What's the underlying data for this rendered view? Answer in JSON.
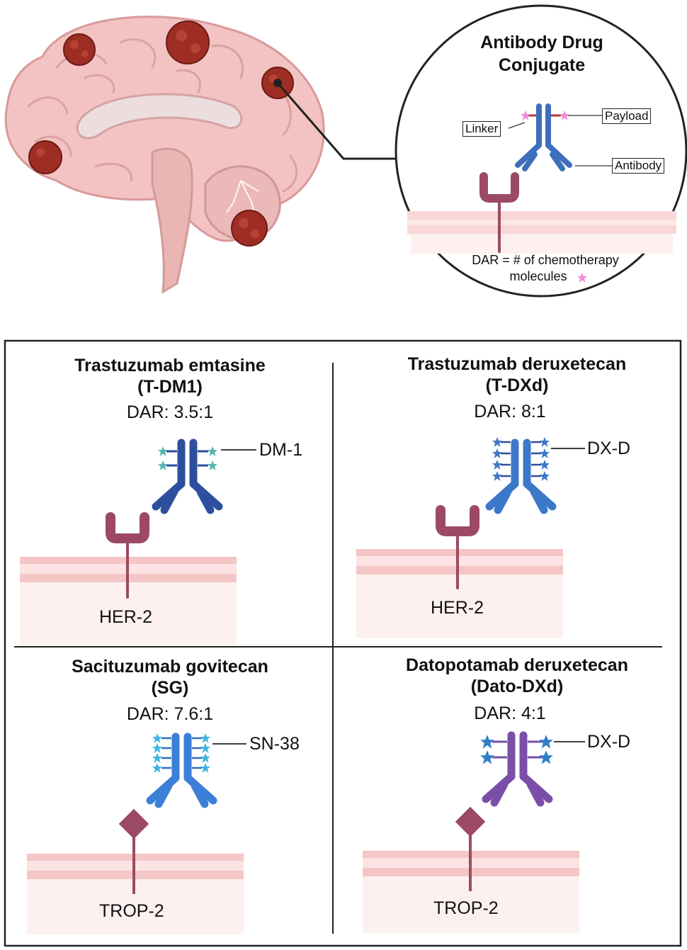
{
  "inset": {
    "title_line1": "Antibody Drug",
    "title_line2": "Conjugate",
    "labels": {
      "linker": "Linker",
      "payload": "Payload",
      "antibody": "Antibody"
    },
    "dar_line1": "DAR = # of chemotherapy",
    "dar_line2": "molecules"
  },
  "panels": [
    {
      "name_line1": "Trastuzumab emtasine",
      "name_line2": "(T-DM1)",
      "dar": "DAR: 3.5:1",
      "payload": "DM-1",
      "receptor": "HER-2",
      "antibody_color": "#2e4f9e",
      "payload_color": "#55b6b0"
    },
    {
      "name_line1": "Trastuzumab deruxetecan",
      "name_line2": "(T-DXd)",
      "dar": "DAR: 8:1",
      "payload": "DX-D",
      "receptor": "HER-2",
      "antibody_color": "#3c78c8",
      "payload_color": "#3c78c8"
    },
    {
      "name_line1": "Sacituzumab govitecan",
      "name_line2": "(SG)",
      "dar": "DAR: 7.6:1",
      "payload": "SN-38",
      "receptor": "TROP-2",
      "antibody_color": "#3c7fd6",
      "payload_color": "#3fb6e0"
    },
    {
      "name_line1": "Datopotamab deruxetecan",
      "name_line2": "(Dato-DXd)",
      "dar": "DAR: 4:1",
      "payload": "DX-D",
      "receptor": "TROP-2",
      "antibody_color": "#7a4fa8",
      "payload_color": "#2f7ec4"
    }
  ],
  "colors": {
    "receptor": "#9c4a63",
    "tumor": "#9e2e24",
    "brain": "#f3c4c2",
    "membrane": "#f6c9c9"
  }
}
